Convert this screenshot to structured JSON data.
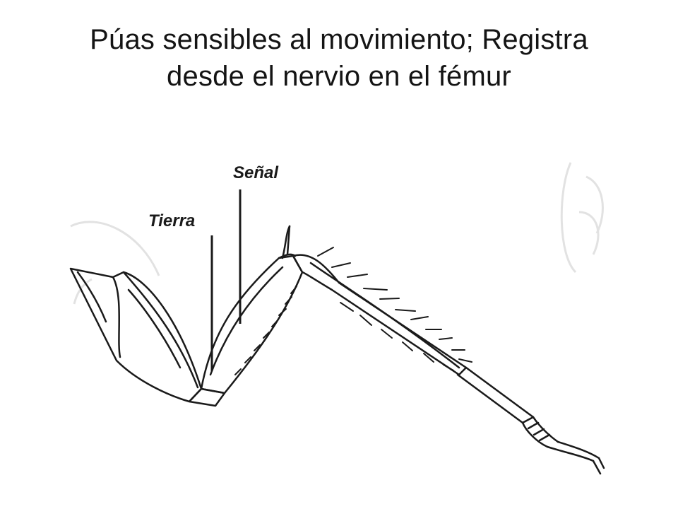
{
  "title": {
    "line1": "Púas sensibles al movimiento; Registra",
    "line2": "desde el nervio en el fémur"
  },
  "labels": {
    "ground": "Tierra",
    "signal": "Señal"
  },
  "colors": {
    "ink": "#1a1a1a",
    "faint": "#e4e4e4",
    "background": "#ffffff"
  }
}
